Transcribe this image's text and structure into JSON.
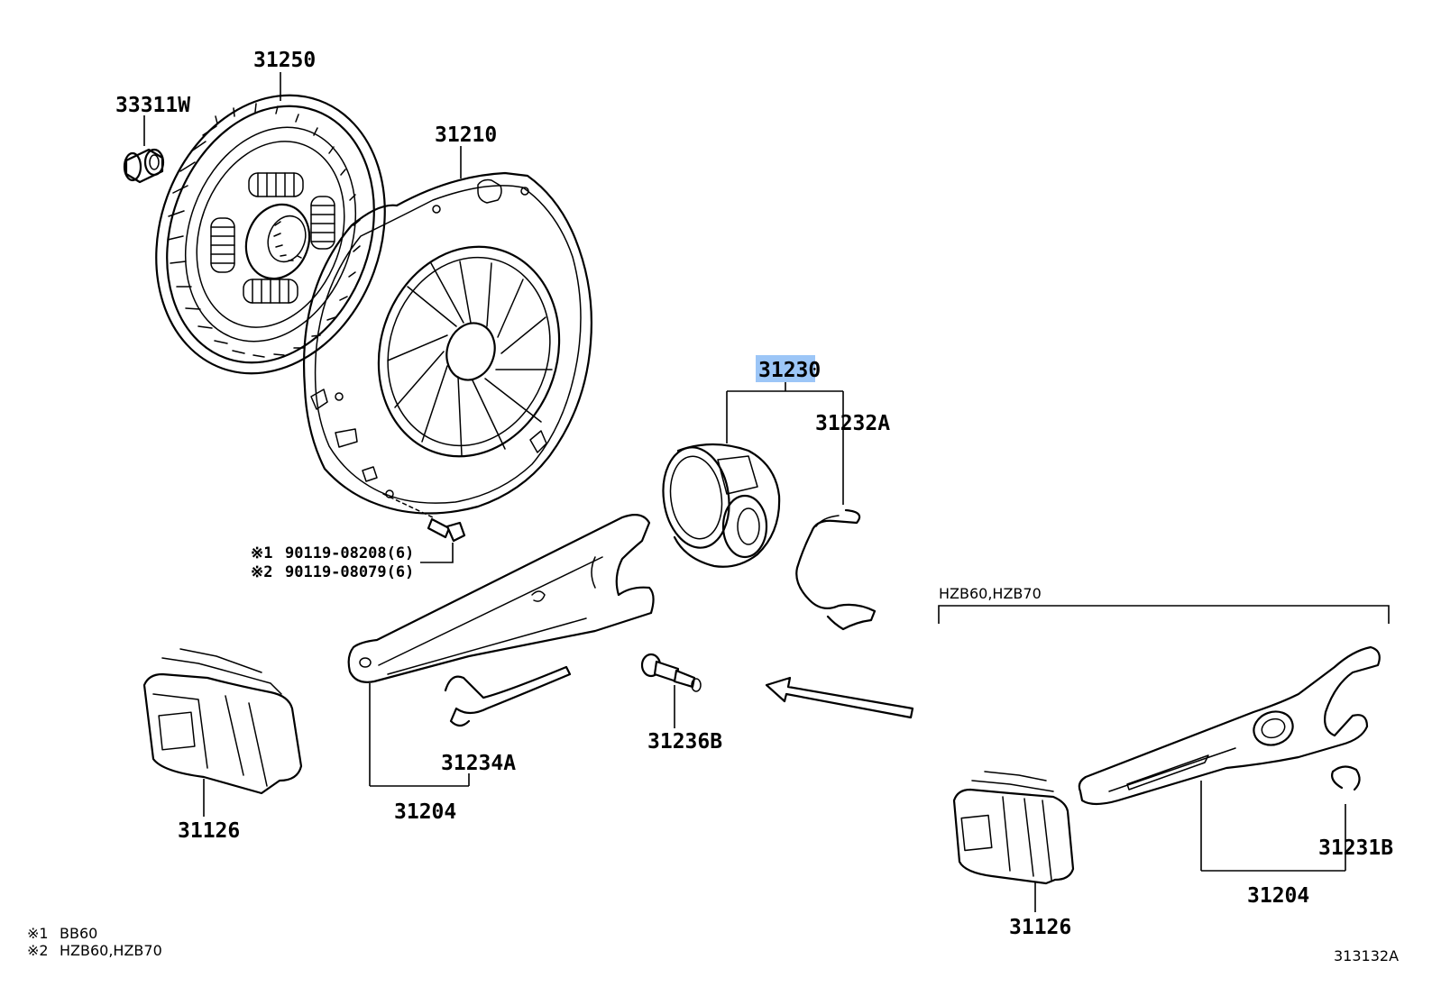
{
  "diagram": {
    "highlight_color": "#9cc6f7",
    "parts": {
      "disc": "31250",
      "pilot_bearing": "33311W",
      "clutch_cover": "31210",
      "release_bearing_assy": "31230",
      "hub_clip": "31232A",
      "release_fork_left": "31204",
      "fork_spring": "31234A",
      "pivot_stud": "31236B",
      "boot_left": "31126",
      "boot_right": "31126",
      "release_fork_right": "31204",
      "fork_clip": "31231B"
    },
    "bolt_notes": [
      {
        "mark": "※1",
        "part": "90119-08208(6)"
      },
      {
        "mark": "※2",
        "part": "90119-08079(6)"
      }
    ],
    "variant_label": "HZB60,HZB70",
    "footnotes": [
      {
        "mark": "※1",
        "text": "BB60"
      },
      {
        "mark": "※2",
        "text": "HZB60,HZB70"
      }
    ],
    "drawing_number": "313132A"
  }
}
